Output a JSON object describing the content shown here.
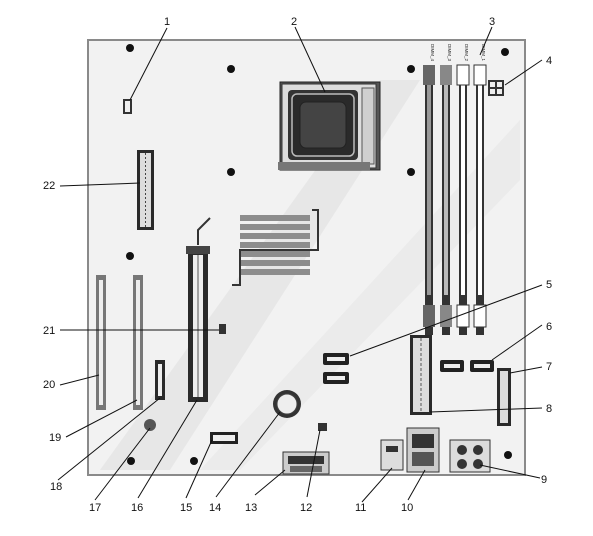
{
  "callouts": {
    "c1": "1",
    "c2": "2",
    "c3": "3",
    "c4": "4",
    "c5": "5",
    "c6": "6",
    "c7": "7",
    "c8": "8",
    "c9": "9",
    "c10": "10",
    "c11": "11",
    "c12": "12",
    "c13": "13",
    "c14": "14",
    "c15": "15",
    "c16": "16",
    "c17": "17",
    "c18": "18",
    "c19": "19",
    "c20": "20",
    "c21": "21",
    "c22": "22"
  },
  "dimm_labels": [
    "DIMM_4",
    "DIMM_3",
    "DIMM_2",
    "DIMM_1"
  ],
  "colors": {
    "board": "#f3f3f3",
    "board_edge": "#8a8a8a",
    "diagonal_sheen": "#e6e6e6",
    "component_dark": "#2a2a2a",
    "heatsink": "#9a9a9a",
    "slot_light": "#ffffff"
  }
}
